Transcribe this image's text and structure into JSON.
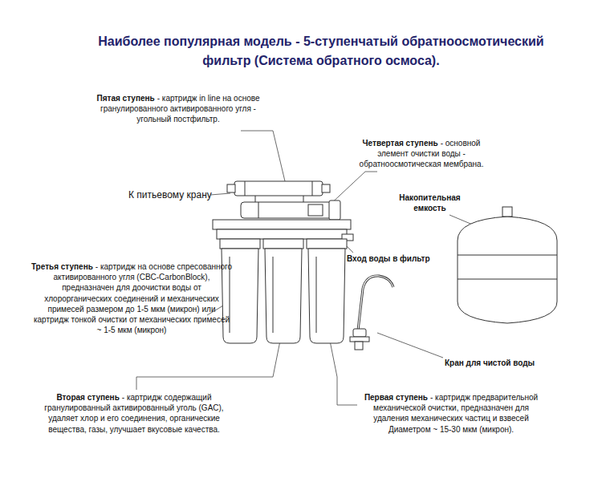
{
  "diagram": {
    "title": "Наиболее популярная модель - 5-ступенчатый обратноосмотический фильтр (Система обратного осмоса).",
    "labels": [
      "Пятая ступень",
      "- картридж in line на основе гранулированного активированного угля - угольный постфильтр.",
      "Четвертая ступень",
      "- основной элемент очистки воды - обратноосмотическая мембрана.",
      "К питьевому крану",
      "Накопительная емкость",
      "Вход воды в фильтр",
      "Третья ступень",
      "- картридж на основе спресованного активированного угля (CBC-CarbonBlock), предназначен для доочистки воды от хлорорганических соединений и механических примесей размером до 1-5 мкм (микрон) или картридж тонкой очистки от механических примесей ~ 1-5 мкм (микрон)",
      "Кран для чистой воды",
      "Вторая ступень",
      "- картридж содержащий гранулированный активированный уголь (GAC), удаляет хлор и его соединения, органические вещества, газы, улучшает вкусовые качества.",
      "Первая ступень",
      "- картридж предварительной механической очистки, предназначен для удаления механических частиц и взвесей Диаметром ~ 15-30 мкм (микрон)."
    ]
  }
}
